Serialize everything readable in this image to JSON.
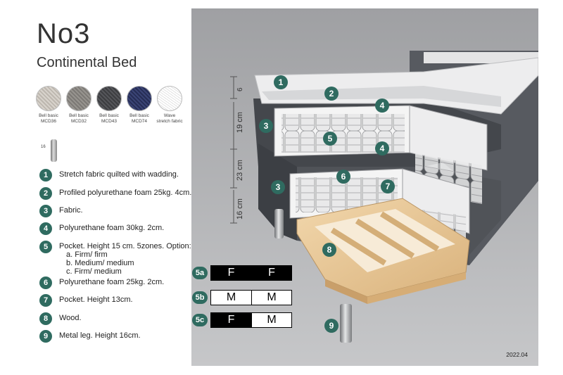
{
  "header": {
    "title": "No3",
    "subtitle": "Continental Bed"
  },
  "swatches": [
    {
      "label_1": "Bell basic",
      "label_2": "MCD36",
      "color": "#cfcac3"
    },
    {
      "label_1": "Bell basic",
      "label_2": "MCD32",
      "color": "#8d8a86"
    },
    {
      "label_1": "Bell basic",
      "label_2": "MCD43",
      "color": "#4b4c4e"
    },
    {
      "label_1": "Bell basic",
      "label_2": "MCD74",
      "color": "#2f3866"
    },
    {
      "label_1": "Wave",
      "label_2": "stretch fabric",
      "color": "#f2f2f2"
    }
  ],
  "leg_thumbnail": {
    "height_label": "16"
  },
  "legend": [
    {
      "num": "1",
      "text": "Stretch fabric quilted with wadding."
    },
    {
      "num": "2",
      "text": "Profiled polyurethane foam 25kg. 4cm."
    },
    {
      "num": "3",
      "text": "Fabric."
    },
    {
      "num": "4",
      "text": "Polyurethane foam 30kg. 2cm."
    },
    {
      "num": "5",
      "text": "Pocket. Height 15 cm. 5zones. Option:",
      "options": [
        "a. Firm/ firm",
        "b. Medium/ medium",
        "c. Firm/ medium"
      ]
    },
    {
      "num": "6",
      "text": "Polyurethane foam 25kg. 2cm."
    },
    {
      "num": "7",
      "text": "Pocket. Height 13cm."
    },
    {
      "num": "8",
      "text": "Wood."
    },
    {
      "num": "9",
      "text": "Metal leg. Height 16cm."
    }
  ],
  "diagram": {
    "dimensions": [
      "6",
      "19 cm",
      "23 cm",
      "16 cm"
    ],
    "callouts": [
      "1",
      "2",
      "3",
      "4",
      "5",
      "4",
      "3",
      "6",
      "7",
      "8",
      "9"
    ]
  },
  "firmness": [
    {
      "code": "5a",
      "left": "F",
      "right": "F",
      "left_dark": true,
      "right_dark": true
    },
    {
      "code": "5b",
      "left": "M",
      "right": "M",
      "left_dark": false,
      "right_dark": false
    },
    {
      "code": "5c",
      "left": "F",
      "right": "M",
      "left_dark": true,
      "right_dark": false
    }
  ],
  "year": "2022.04",
  "colors": {
    "badge": "#2f6b60",
    "fabric": "#4a4d52",
    "background_panel": "#a9aaac",
    "wood": "#e8c79a"
  }
}
